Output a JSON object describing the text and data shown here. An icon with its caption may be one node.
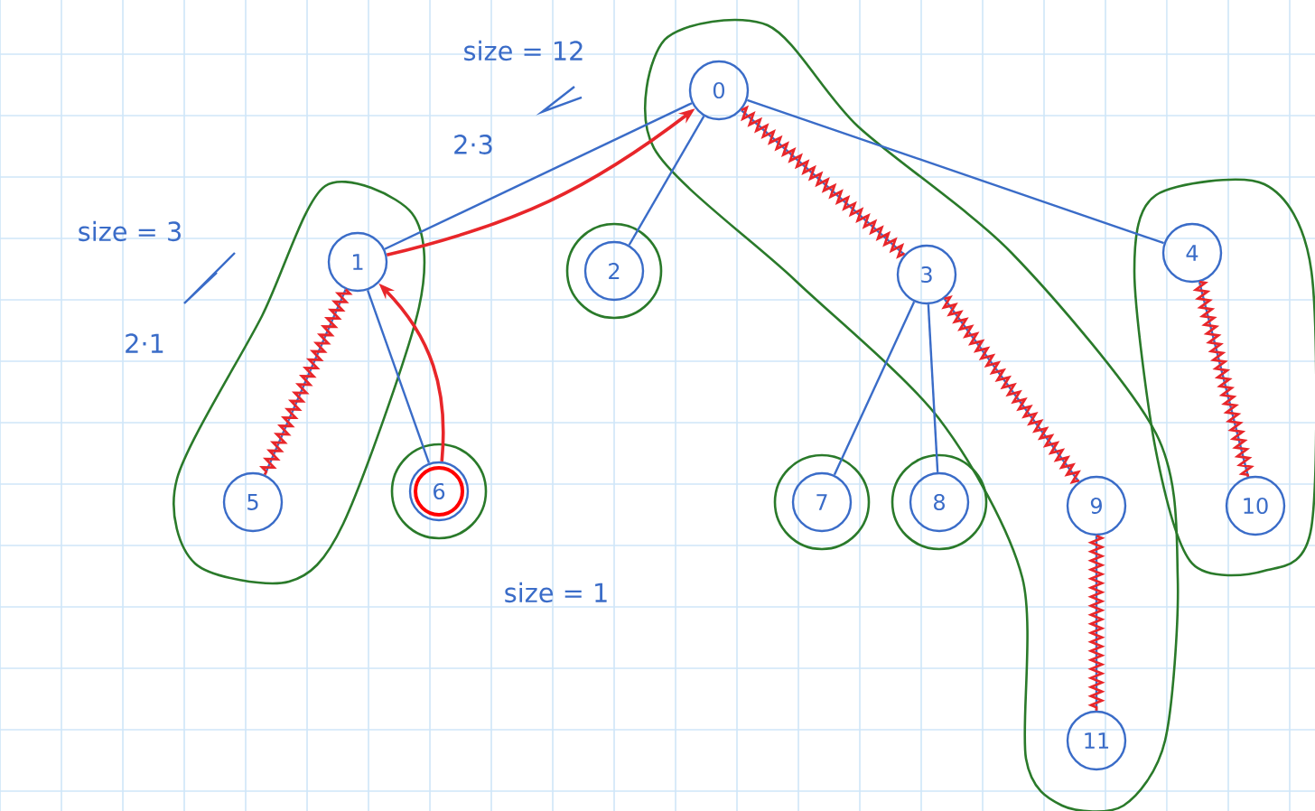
{
  "diagram": {
    "nodes": [
      {
        "text": [
          "0"
        ]
      },
      {
        "text": [
          "1"
        ]
      },
      {
        "text": [
          "2"
        ]
      },
      {
        "text": [
          "3"
        ]
      },
      {
        "text": [
          "4"
        ]
      },
      {
        "text": [
          "5"
        ]
      },
      {
        "text": [
          "6"
        ]
      },
      {
        "text": [
          "7"
        ]
      },
      {
        "text": [
          "8"
        ]
      },
      {
        "text": [
          "9"
        ]
      },
      {
        "text": [
          "10"
        ]
      },
      {
        "text": [
          "11"
        ]
      }
    ],
    "edges": [
      {
        "from": 0,
        "to": 1,
        "arrow": "none",
        "color": "#3a6cc8"
      },
      {
        "from": 0,
        "to": 2,
        "arrow": "none",
        "color": "#3a6cc8"
      },
      {
        "from": 0,
        "to": 3,
        "arrow": "none",
        "color": "#e8262a"
      },
      {
        "from": 0,
        "to": 4,
        "arrow": "none",
        "color": "#3a6cc8"
      },
      {
        "from": 1,
        "to": 5,
        "arrow": "none",
        "color": "#e8262a"
      },
      {
        "from": 1,
        "to": 6,
        "arrow": "none",
        "color": "#3a6cc8"
      },
      {
        "from": 3,
        "to": 7,
        "arrow": "none",
        "color": "#3a6cc8"
      },
      {
        "from": 3,
        "to": 8,
        "arrow": "none",
        "color": "#3a6cc8"
      },
      {
        "from": 3,
        "to": 9,
        "arrow": "none",
        "color": "#e8262a"
      },
      {
        "from": 4,
        "to": 10,
        "arrow": "none",
        "color": "#e8262a"
      },
      {
        "from": 9,
        "to": 11,
        "arrow": "none",
        "color": "#e8262a"
      },
      {
        "from": 6,
        "to": 1,
        "arrow": "to",
        "color": "#e8262a"
      },
      {
        "from": 1,
        "to": 0,
        "arrow": "to",
        "color": "#e8262a"
      }
    ],
    "labels": [
      "size = 12",
      "2·3",
      "size = 3",
      "2·1",
      "size = 1"
    ]
  }
}
